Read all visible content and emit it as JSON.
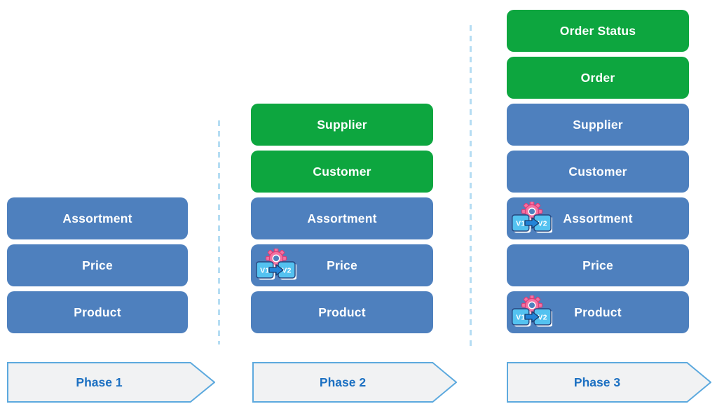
{
  "columns": [
    {
      "id": "phase-1-stack",
      "boxes": [
        {
          "label": "Assortment",
          "color": "blue",
          "migration_icon": false
        },
        {
          "label": "Price",
          "color": "blue",
          "migration_icon": false
        },
        {
          "label": "Product",
          "color": "blue",
          "migration_icon": false
        }
      ]
    },
    {
      "id": "phase-2-stack",
      "boxes": [
        {
          "label": "Supplier",
          "color": "green",
          "migration_icon": false
        },
        {
          "label": "Customer",
          "color": "green",
          "migration_icon": false
        },
        {
          "label": "Assortment",
          "color": "blue",
          "migration_icon": false
        },
        {
          "label": "Price",
          "color": "blue",
          "migration_icon": true
        },
        {
          "label": "Product",
          "color": "blue",
          "migration_icon": false
        }
      ]
    },
    {
      "id": "phase-3-stack",
      "boxes": [
        {
          "label": "Order Status",
          "color": "green",
          "migration_icon": false
        },
        {
          "label": "Order",
          "color": "green",
          "migration_icon": false
        },
        {
          "label": "Supplier",
          "color": "blue",
          "migration_icon": false
        },
        {
          "label": "Customer",
          "color": "blue",
          "migration_icon": false
        },
        {
          "label": "Assortment",
          "color": "blue",
          "migration_icon": true
        },
        {
          "label": "Price",
          "color": "blue",
          "migration_icon": false
        },
        {
          "label": "Product",
          "color": "blue",
          "migration_icon": true
        }
      ]
    }
  ],
  "phases": [
    {
      "label": "Phase 1"
    },
    {
      "label": "Phase 2"
    },
    {
      "label": "Phase 3"
    }
  ],
  "migration_icon": {
    "from_label": "V1",
    "to_label": "V2"
  },
  "colors": {
    "box_blue": "#4E80BE",
    "box_green": "#0DA63F",
    "box_text": "#FFFFFF",
    "phase_arrow_fill": "#F1F2F3",
    "phase_arrow_border": "#5CA9DE",
    "phase_text": "#1C70C2",
    "dashed_separator": "#B5DDF3",
    "gear_pink": "#F473A3",
    "gear_outline": "#DE3D75",
    "version_badge_blue": "#54C2F0",
    "version_badge_outline": "#27457F",
    "arrow_blue": "#2284D8"
  }
}
